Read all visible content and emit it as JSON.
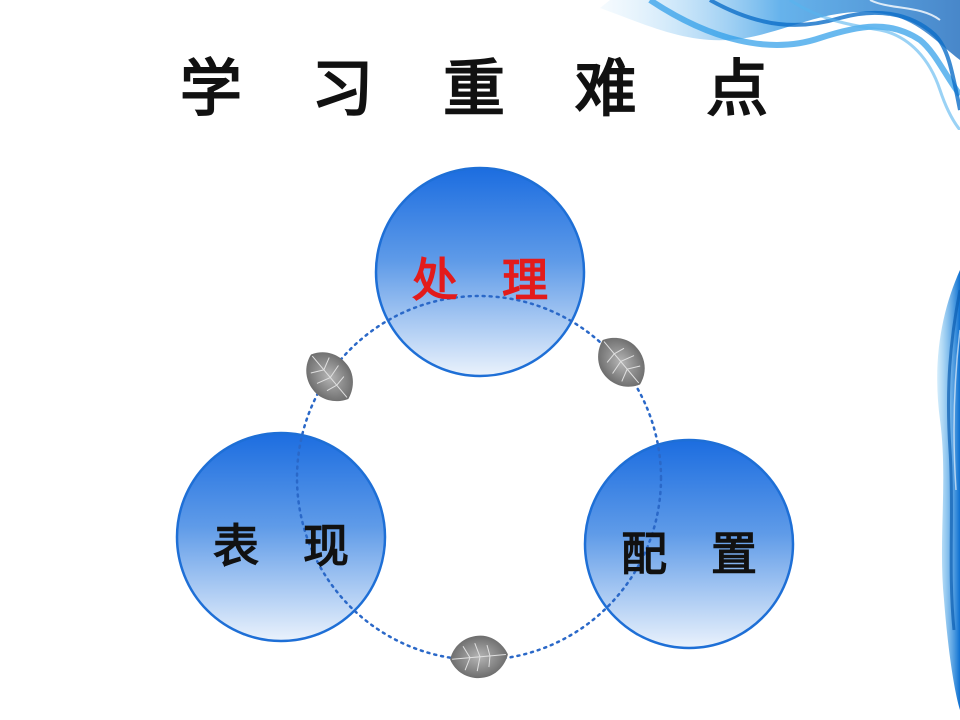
{
  "slide": {
    "title": "学 习 重 难 点"
  },
  "diagram": {
    "cycle_nodes": [
      {
        "id": "top",
        "label": "处 理",
        "label_color": "#e31b1b"
      },
      {
        "id": "right",
        "label": "配 置",
        "label_color": "#111111"
      },
      {
        "id": "left",
        "label": "表 现",
        "label_color": "#111111"
      }
    ],
    "connector_icons": [
      "leaf-icon",
      "leaf-icon",
      "leaf-icon"
    ]
  },
  "colors": {
    "circle_top": "#1f6fe0",
    "circle_bottom": "#e9f2fc",
    "circle_border": "#1e6fd6",
    "dotted_ring": "#2a68c8",
    "leaf": "#777777",
    "smoke": "#1a8ee0"
  }
}
